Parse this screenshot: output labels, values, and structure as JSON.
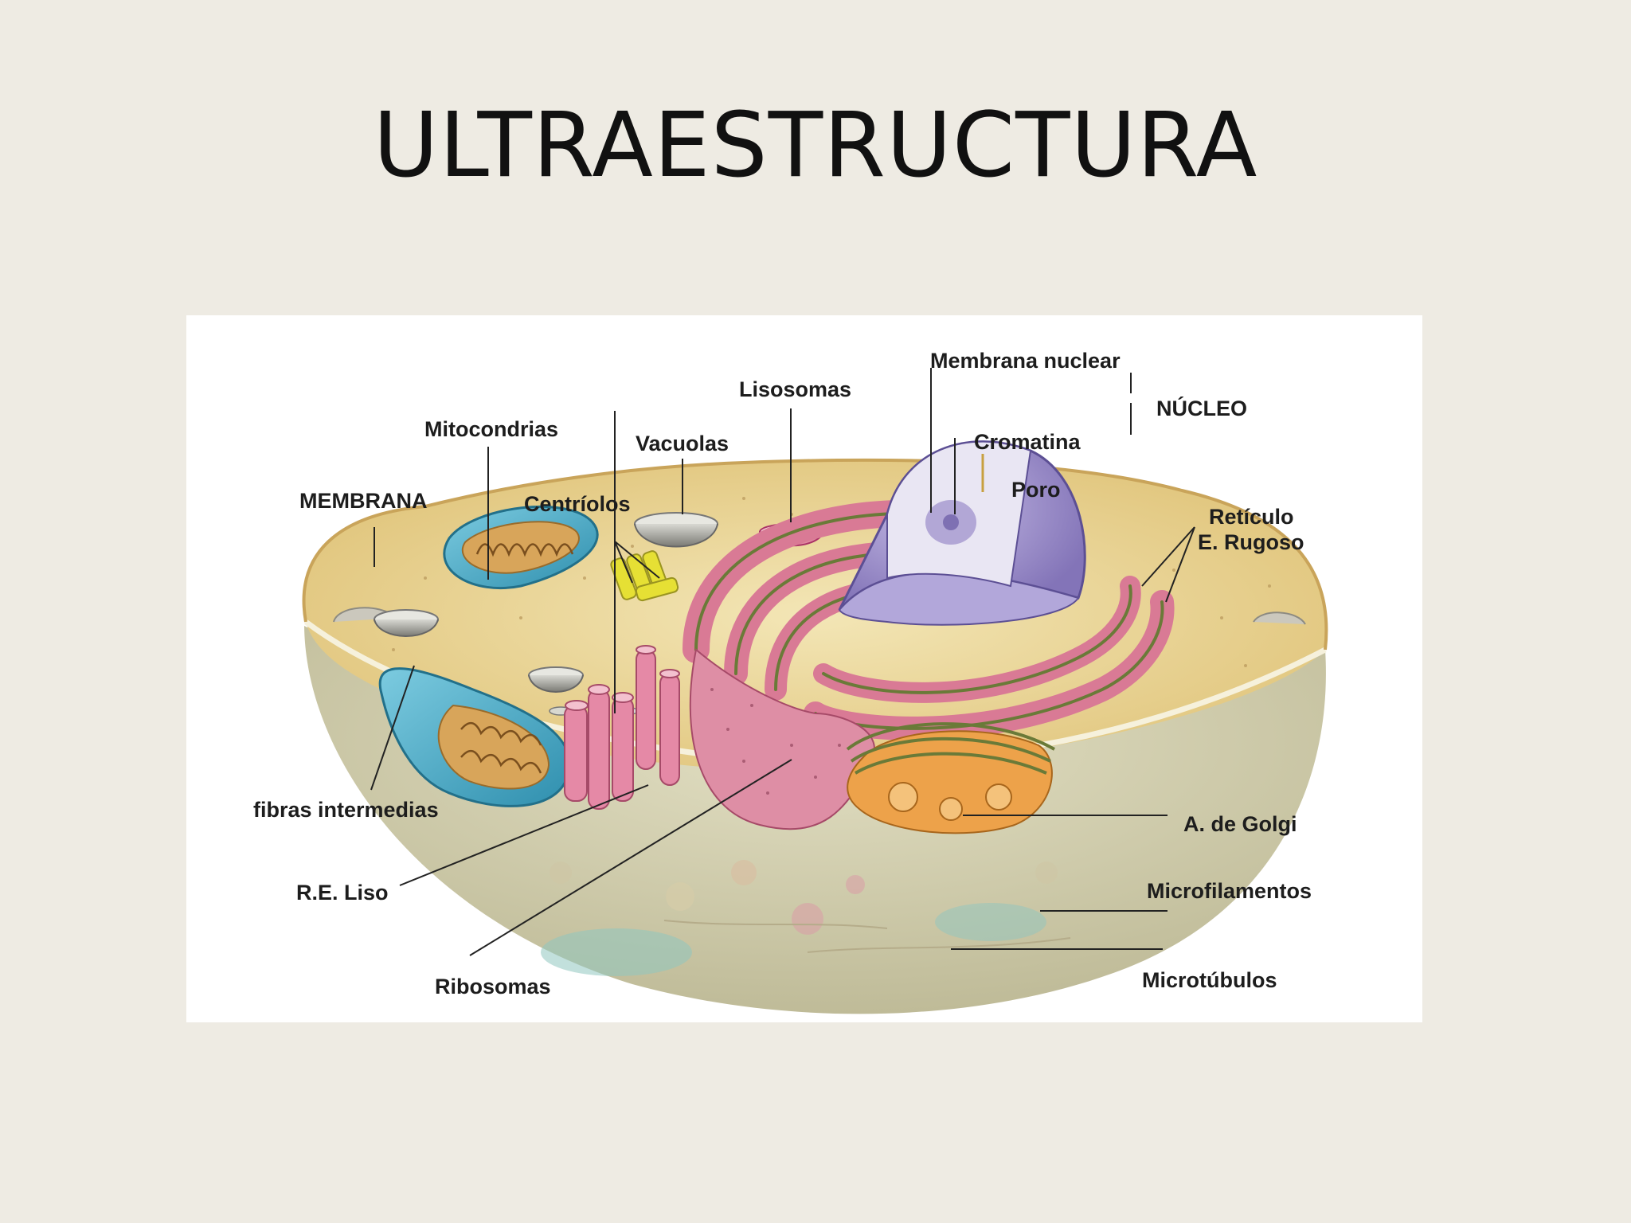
{
  "slide": {
    "title": "ULTRAESTRUCTURA"
  },
  "diagram": {
    "labels": {
      "membrana_nuclear": "Membrana nuclear",
      "nucleo": "NÚCLEO",
      "lisosomas": "Lisosomas",
      "mitocondrias": "Mitocondrias",
      "vacuolas": "Vacuolas",
      "cromatina": "Cromatina",
      "poro": "Poro",
      "membrana": "MEMBRANA",
      "centriolos": "Centríolos",
      "reticulo_line1": "Retículo",
      "reticulo_line2": "E. Rugoso",
      "fibras_intermedias": "fibras intermedias",
      "golgi": "A. de Golgi",
      "re_liso": "R.E. Liso",
      "microfilamentos": "Microfilamentos",
      "ribosomas": "Ribosomas",
      "microtubulos": "Microtúbulos"
    },
    "colors": {
      "background": "#eeebe3",
      "cytoplasm": "#ecd89a",
      "cell_base": "#d9d5b4",
      "mitochondria": "#5ab4cf",
      "rough_er": "#d97a95",
      "nucleus": "#a79ad1",
      "golgi": "#e89a3a",
      "centrioles": "#e6e034"
    }
  }
}
